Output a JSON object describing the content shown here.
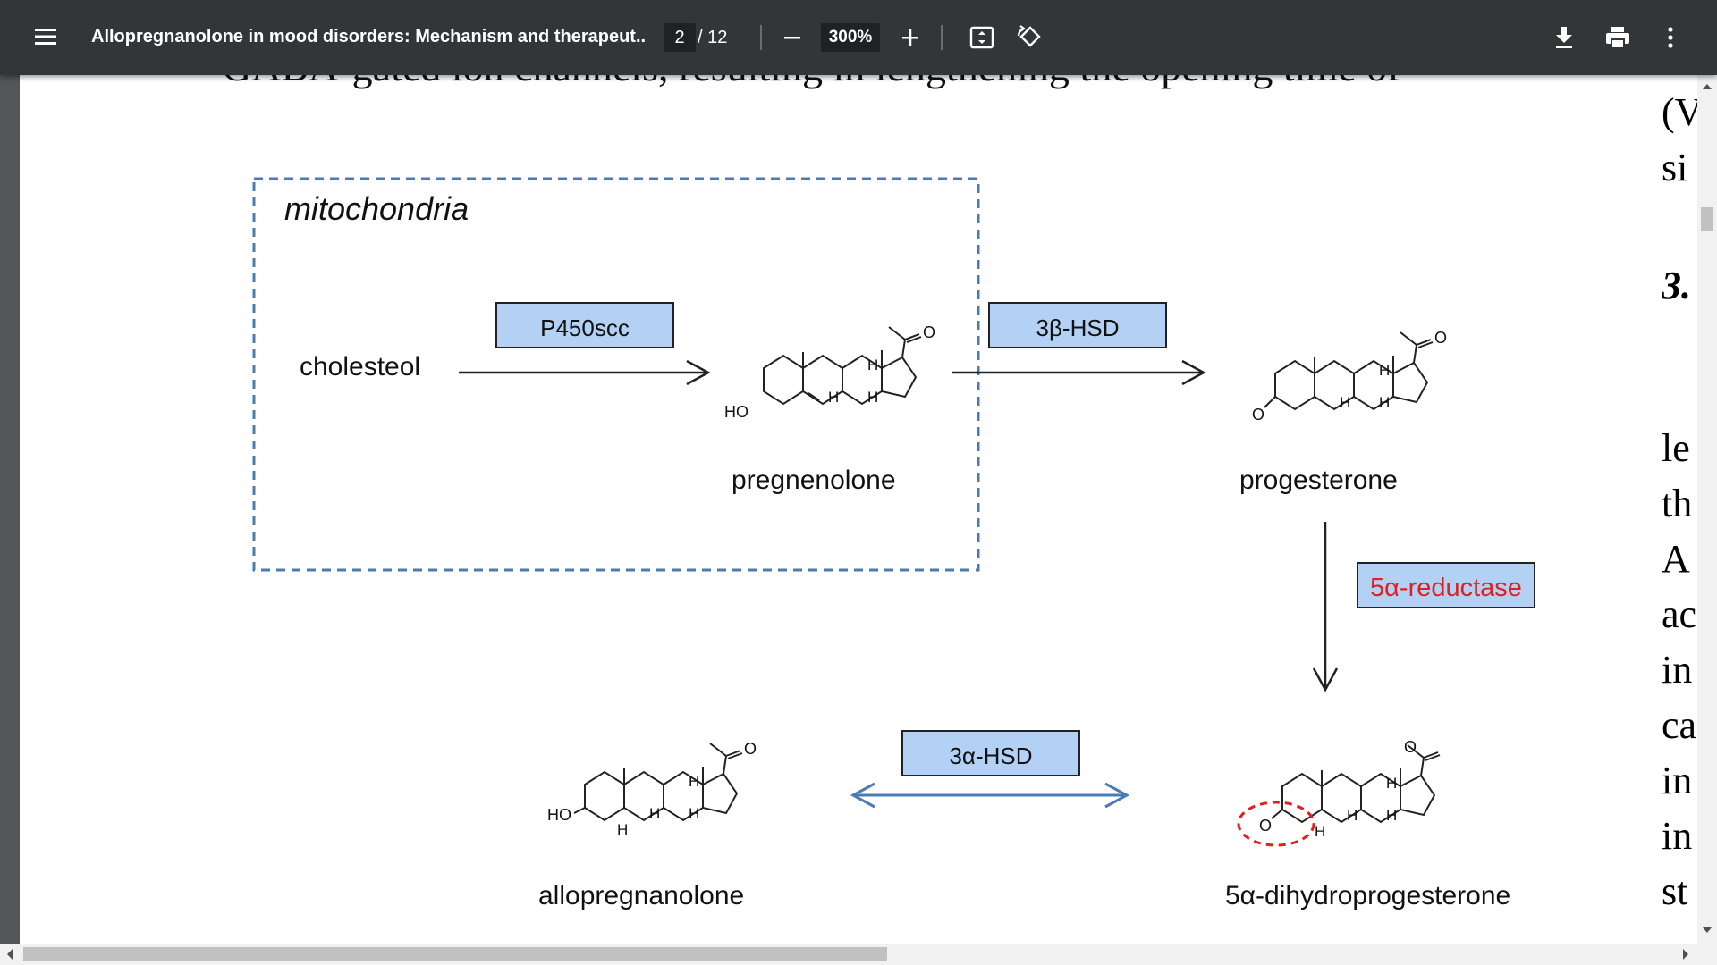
{
  "toolbar": {
    "doc_title": "Allopregnanolone in mood disorders: Mechanism and therapeut...",
    "page_current": "2",
    "page_total": "/ 12",
    "zoom": "300%",
    "icons": [
      "menu-icon",
      "zoom-out-icon",
      "zoom-in-icon",
      "fit-page-icon",
      "rotate-icon",
      "download-icon",
      "print-icon",
      "more-vert-icon"
    ]
  },
  "document": {
    "top_text_partial": "GABA-gated ion channels, resulting in lengthening the opening time of",
    "right_column_fragments": [
      "(V",
      "si",
      "3.",
      "le",
      "th",
      "A",
      "ac",
      "in",
      "ca",
      "in",
      "in",
      "st"
    ],
    "figure": {
      "compartment_label": "mitochondria",
      "compartment_border_color": "#4a7bb5",
      "compounds": {
        "cholesterol": "cholesteol",
        "pregnenolone": "pregnenolone",
        "progesterone": "progesterone",
        "allopregnanolone": "allopregnanolone",
        "dihydroprogesterone": "5α-dihydroprogesterone"
      },
      "enzymes": {
        "p450scc": "P450scc",
        "hsd3b": "3β-HSD",
        "reductase": "5α-reductase",
        "hsd3a": "3α-HSD"
      },
      "enzyme_box_color": "#b3d1f5",
      "reductase_text_color": "#e02020",
      "bidirectional_arrow_color": "#4a7bb5",
      "highlight_circle_color": "#e02020",
      "atoms": {
        "hydroxyl": "HO",
        "oxygen": "O",
        "hydrogen": "H"
      }
    }
  }
}
